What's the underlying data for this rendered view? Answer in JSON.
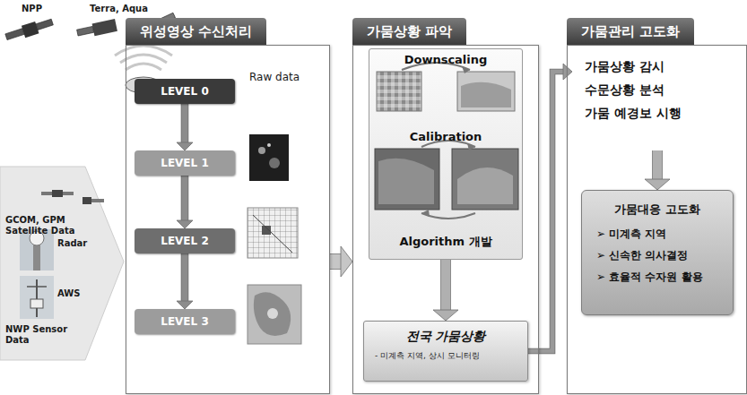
{
  "diagram": {
    "nodes": [
      {
        "text": [
          "위성영상 수신처리"
        ]
      },
      {
        "text": [
          "LEVEL 0"
        ],
        "in": 0
      },
      {
        "text": [
          "LEVEL 1"
        ],
        "in": 0
      },
      {
        "text": [
          "LEVEL 2"
        ],
        "in": 0
      },
      {
        "text": [
          "LEVEL 3"
        ],
        "in": 0
      },
      {
        "text": [
          "가뭄상황 파악"
        ]
      },
      {
        "text": [
          "Downscaling",
          "Calibration",
          "Algorithm 개발"
        ],
        "in": 5
      },
      {
        "text": [
          "전국 가뭄상황",
          "- 미계측 지역, 상시 모니터링"
        ],
        "in": 5
      },
      {
        "text": [
          "가뭄관리 고도화"
        ]
      },
      {
        "text": [
          "가뭄상황 감시",
          "수문상황 분석",
          "가뭄 예경보 시행"
        ],
        "in": 8
      },
      {
        "text": [
          "가뭄대응 고도화",
          "➢ 미계측 지역",
          "➢ 신속한 의사결정",
          "➢ 효율적 수자원 활용"
        ],
        "in": 8
      }
    ],
    "edges": [
      {
        "from": 1,
        "to": 2,
        "arrow": "to"
      },
      {
        "from": 2,
        "to": 3,
        "arrow": "to"
      },
      {
        "from": 3,
        "to": 4,
        "arrow": "to"
      },
      {
        "from": 0,
        "to": 5,
        "arrow": "to"
      },
      {
        "from": 6,
        "to": 7,
        "arrow": "to"
      },
      {
        "from": 7,
        "to": 9,
        "arrow": "to"
      },
      {
        "from": 9,
        "to": 10,
        "arrow": "to"
      }
    ],
    "labels": [
      "NPP",
      "Terra, Aqua",
      "GCOM, GPM Satellite Data",
      "Radar",
      "AWS",
      "NWP Sensor Data",
      "Raw data"
    ]
  }
}
